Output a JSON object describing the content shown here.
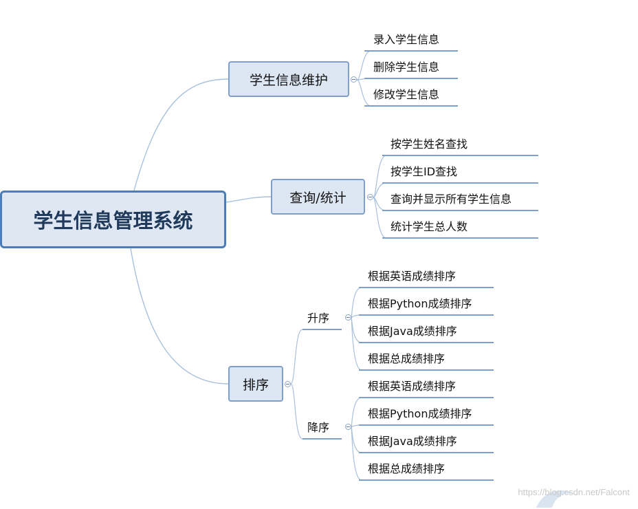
{
  "root": {
    "label": "学生信息管理系统"
  },
  "branches": [
    {
      "label": "学生信息维护",
      "children": [
        "录入学生信息",
        "删除学生信息",
        "修改学生信息"
      ]
    },
    {
      "label": "查询/统计",
      "children": [
        "按学生姓名查找",
        "按学生ID查找",
        "查询并显示所有学生信息",
        "统计学生总人数"
      ]
    },
    {
      "label": "排序",
      "groups": [
        {
          "label": "升序",
          "children": [
            "根据英语成绩排序",
            "根据Python成绩排序",
            "根据Java成绩排序",
            "根据总成绩排序"
          ]
        },
        {
          "label": "降序",
          "children": [
            "根据英语成绩排序",
            "根据Python成绩排序",
            "根据Java成绩排序",
            "根据总成绩排序"
          ]
        }
      ]
    }
  ],
  "watermark": {
    "text": "https://blog.csdn.net/Falcont"
  },
  "colors": {
    "line": "#a9c0dc",
    "underline": "#7d9fc9",
    "box_fill": "#dde6f3",
    "root_border": "#4a7ebb"
  }
}
